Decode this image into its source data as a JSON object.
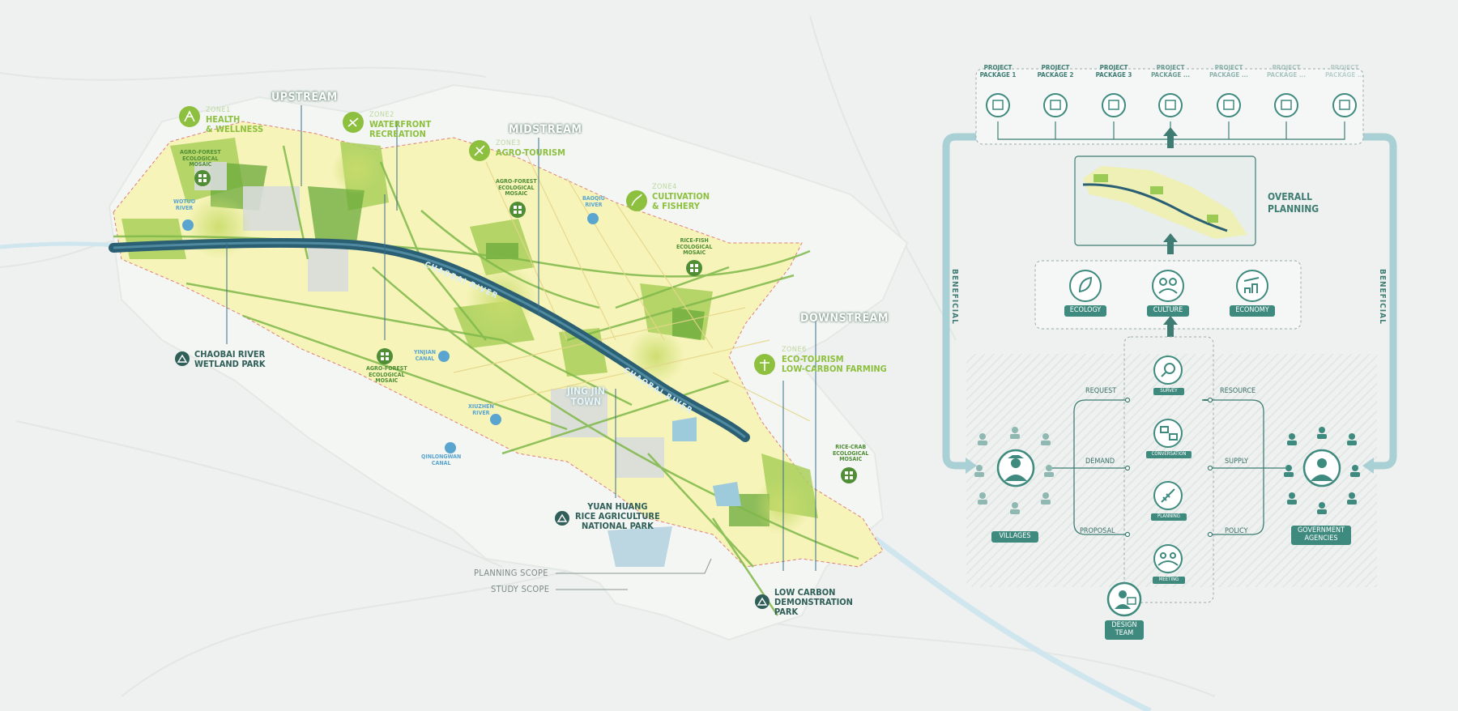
{
  "colors": {
    "teal": "#3f8a7e",
    "teal_dark": "#2f5f58",
    "lime": "#8dc03f",
    "green": "#4f8e35",
    "river_blue": "#5aa5d0",
    "channel": "#2b5f74"
  },
  "map": {
    "sections": {
      "upstream": "UPSTREAM",
      "midstream": "MIDSTREAM",
      "downstream": "DOWNSTREAM"
    },
    "zones": [
      {
        "tag": "ZONE1",
        "name_l1": "HEALTH",
        "name_l2": "& WELLNESS",
        "icon": "wellness-icon"
      },
      {
        "tag": "ZONE2",
        "name_l1": "WATERFRONT",
        "name_l2": "RECREATION",
        "icon": "recreation-icon"
      },
      {
        "tag": "ZONE3",
        "name_l1": "AGRO-TOURISM",
        "name_l2": "",
        "icon": "agro-tourism-icon"
      },
      {
        "tag": "ZONE4",
        "name_l1": "CULTIVATION",
        "name_l2": "& FISHERY",
        "icon": "fishery-icon"
      },
      {
        "tag": "ZONE6",
        "name_l1": "ECO-TOURISM",
        "name_l2": "LOW-CARBON FARMING",
        "icon": "eco-tourism-icon"
      }
    ],
    "mosaics": [
      {
        "l1": "AGRO-FOREST",
        "l2": "ECOLOGICAL",
        "l3": "MOSAIC"
      },
      {
        "l1": "AGRO-FOREST",
        "l2": "ECOLOGICAL",
        "l3": "MOSAIC"
      },
      {
        "l1": "RICE-FISH",
        "l2": "ECOLOGICAL",
        "l3": "MOSAIC"
      },
      {
        "l1": "AGRO-FOREST",
        "l2": "ECOLOGICAL",
        "l3": "MOSAIC"
      },
      {
        "l1": "RICE-CRAB",
        "l2": "ECOLOGICAL",
        "l3": "MOSAIC"
      }
    ],
    "rivers": [
      {
        "l1": "WOTUO",
        "l2": "RIVER"
      },
      {
        "l1": "BAOQIU",
        "l2": "RIVER"
      },
      {
        "l1": "YINJIAN",
        "l2": "CANAL"
      },
      {
        "l1": "XIUZHEN",
        "l2": "RIVER"
      },
      {
        "l1": "QINLONGWAN",
        "l2": "CANAL"
      }
    ],
    "main_river_1": "CHAOBAI RIVER",
    "main_river_2": "CHAOBAI RIVER",
    "town": {
      "l1": "JING JIN",
      "l2": "TOWN"
    },
    "parks": [
      {
        "l1": "CHAOBAI RIVER",
        "l2": "WETLAND PARK",
        "l3": ""
      },
      {
        "l1": "YUAN HUANG",
        "l2": "RICE AGRICULTURE",
        "l3": "NATIONAL PARK"
      },
      {
        "l1": "LOW CARBON",
        "l2": "DEMONSTRATION",
        "l3": "PARK"
      }
    ],
    "scope": {
      "planning": "PLANNING SCOPE",
      "study": "STUDY SCOPE"
    }
  },
  "diagram": {
    "packages": [
      {
        "l1": "PROJECT",
        "l2": "PACKAGE 1"
      },
      {
        "l1": "PROJECT",
        "l2": "PACKAGE 2"
      },
      {
        "l1": "PROJECT",
        "l2": "PACKAGE 3"
      },
      {
        "l1": "PROJECT",
        "l2": "PACKAGE ..."
      },
      {
        "l1": "PROJECT",
        "l2": "PACKAGE ..."
      },
      {
        "l1": "PROJECT",
        "l2": "PACKAGE ..."
      },
      {
        "l1": "PROJECT",
        "l2": "PACKAGE ..."
      }
    ],
    "overall_l1": "OVERALL",
    "overall_l2": "PLANNING",
    "pillars": [
      "ECOLOGY",
      "CULTURE",
      "ECONOMY"
    ],
    "beneficial_left": "BENEFICIAL",
    "beneficial_right": "BENEFICIAL",
    "flows_left": [
      "REQUEST",
      "DEMAND",
      "PROPOSAL"
    ],
    "flows_right": [
      "RESOURCE",
      "SUPPLY",
      "POLICY"
    ],
    "methods": [
      "SURVEY",
      "CONVERSATION",
      "PLANNING",
      "MEETING"
    ],
    "actors": {
      "villages": "VILLAGES",
      "gov_l1": "GOVERNMENT",
      "gov_l2": "AGENCIES",
      "design_l1": "DESIGN",
      "design_l2": "TEAM"
    }
  }
}
